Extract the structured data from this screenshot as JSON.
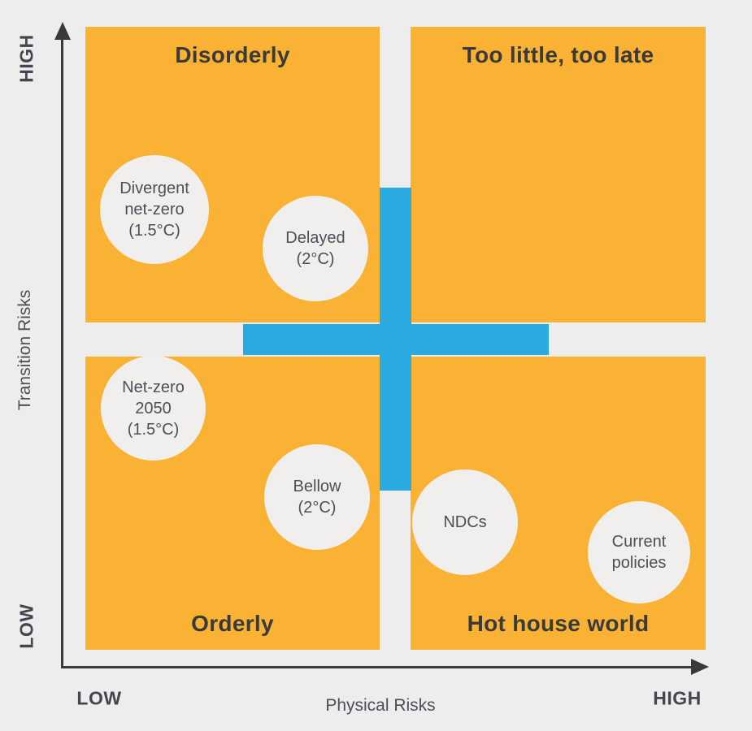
{
  "colors": {
    "background": "#EDEDED",
    "quadrant_orange": "#F9B233",
    "cross_blue": "#29ABE2",
    "bubble_gray": "#F0EFED",
    "title_text": "#3A3A38",
    "label_text": "#4E4E58",
    "axis_line": "#3A3A3A"
  },
  "axes": {
    "y": {
      "label": "Transition Risks",
      "high": "HIGH",
      "low": "LOW"
    },
    "x": {
      "label": "Physical Risks",
      "high": "HIGH",
      "low": "LOW"
    }
  },
  "quadrants": [
    {
      "position": "top-left",
      "title": "Disorderly"
    },
    {
      "position": "top-right",
      "title": "Too little, too late"
    },
    {
      "position": "bottom-left",
      "title": "Orderly"
    },
    {
      "position": "bottom-right",
      "title": "Hot house world"
    }
  ],
  "scenarios": [
    {
      "name": "divergent-net-zero",
      "quadrant": "Disorderly",
      "lines": [
        "Divergent",
        "net-zero",
        "(1.5°C)"
      ]
    },
    {
      "name": "delayed",
      "quadrant": "Disorderly",
      "lines": [
        "Delayed",
        "(2°C)"
      ]
    },
    {
      "name": "net-zero-2050",
      "quadrant": "Orderly",
      "lines": [
        "Net-zero",
        "2050",
        "(1.5°C)"
      ]
    },
    {
      "name": "bellow",
      "quadrant": "Orderly",
      "lines": [
        "Bellow",
        "(2°C)"
      ]
    },
    {
      "name": "ndcs",
      "quadrant": "Hot house world",
      "lines": [
        "NDCs"
      ]
    },
    {
      "name": "current-policies",
      "quadrant": "Hot house world",
      "lines": [
        "Current",
        "policies"
      ]
    }
  ]
}
